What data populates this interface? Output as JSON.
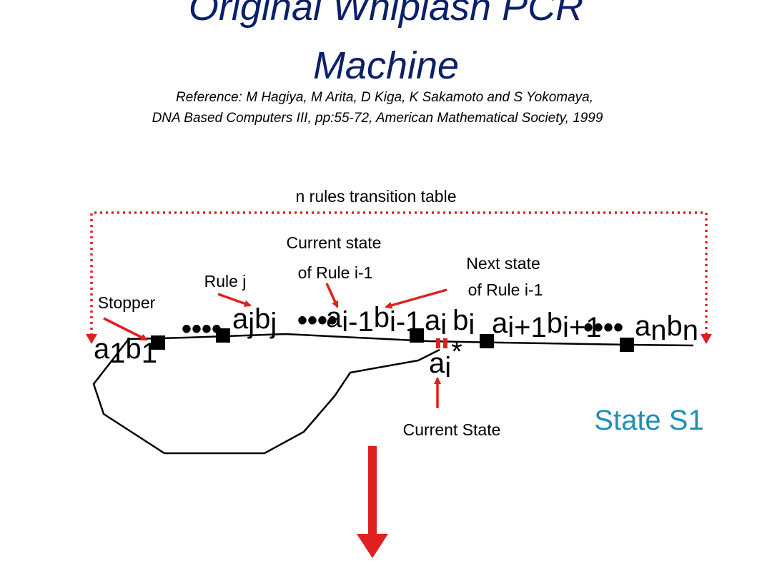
{
  "title": {
    "line1": "Original Whiplash PCR",
    "line2": "Machine"
  },
  "reference": {
    "line1": "Reference:  M Hagiya, M Arita, D Kiga, K Sakamoto and S Yokomaya,",
    "line2": "DNA Based Computers III, pp:55-72, American Mathematical Society, 1999"
  },
  "labels": {
    "transition_table": "n rules transition table",
    "current_state_rule_line1": "Current state",
    "current_state_rule_line2": "of Rule i-1",
    "next_state_rule_line1": "Next state",
    "next_state_rule_line2": "of Rule i-1",
    "rule_j": "Rule j",
    "stopper": "Stopper",
    "current_state": "Current State",
    "state_name": "State S1"
  },
  "symbols": {
    "a": "a",
    "b": "b",
    "sub_1": "1",
    "sub_j": "j",
    "sub_i_minus_1": "i-1",
    "sub_i": "i",
    "sub_i_plus_1": "i+1",
    "sub_n": "n",
    "star": "*",
    "ellipsis": "••••"
  },
  "colors": {
    "title": "#0b1f6b",
    "arrow": "#e02020",
    "state": "#1f8fb5",
    "strand": "#000000"
  }
}
